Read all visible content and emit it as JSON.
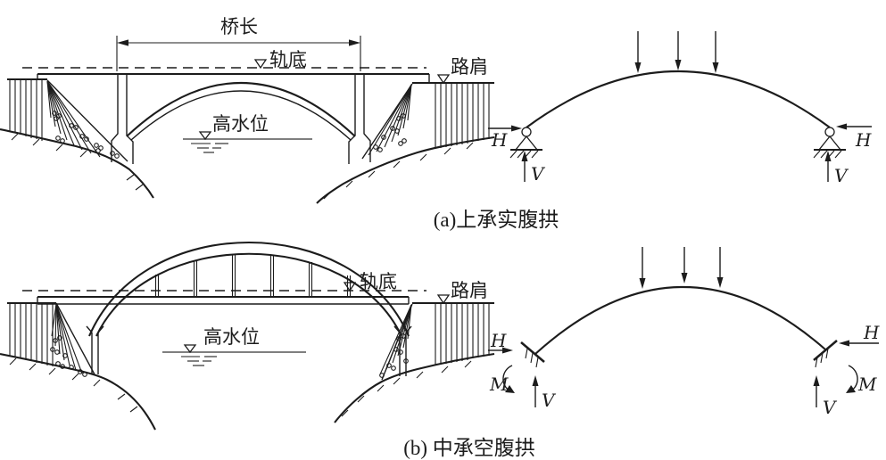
{
  "figure": {
    "background": "#ffffff",
    "ink_color": "#1c1c1c",
    "water_line_color": "#555555",
    "panel_a": {
      "caption": "(a)上承实腹拱",
      "elevation": {
        "span_label": "桥长",
        "rail_bottom_label": "轨底",
        "shoulder_label": "路肩",
        "high_water_label": "高水位"
      },
      "force_scheme": {
        "horizontal_left": "H",
        "horizontal_right": "H",
        "vertical_left": "V",
        "vertical_right": "V"
      }
    },
    "panel_b": {
      "caption": "(b) 中承空腹拱",
      "elevation": {
        "rail_bottom_label": "轨底",
        "shoulder_label": "路肩",
        "high_water_label": "高水位"
      },
      "force_scheme": {
        "horizontal_left": "H",
        "horizontal_right": "H",
        "vertical_left": "V",
        "vertical_right": "V",
        "moment_left": "M",
        "moment_right": "M"
      }
    }
  }
}
